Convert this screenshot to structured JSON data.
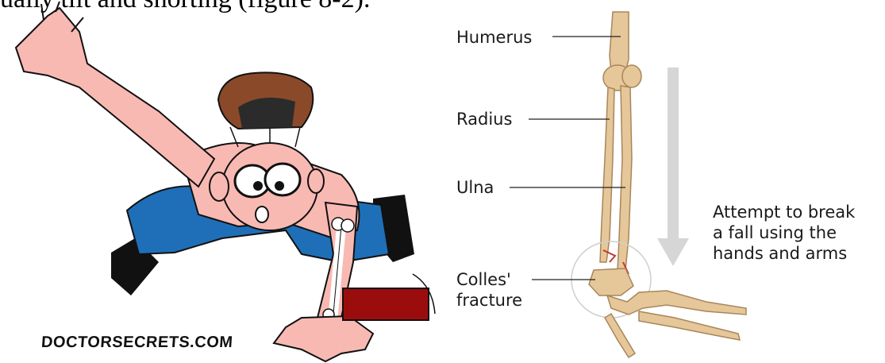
{
  "heading_text": "ually tilt and shorting (figure 8-2).",
  "cartoon": {
    "watermark": "DOCTORSECRETS.COM"
  },
  "anatomy": {
    "labels": {
      "humerus": "Humerus",
      "radius": "Radius",
      "ulna": "Ulna",
      "colles_line1": "Colles'",
      "colles_line2": "fracture"
    },
    "caption": [
      "Attempt to break",
      "a fall using the",
      "hands and arms"
    ]
  },
  "colors": {
    "skin": "#f9b9b3",
    "shirt": "#1f6fb8",
    "hair": "#8a4a2a",
    "book": "#9b0d0d",
    "bone": "#e6c79a",
    "arrow": "#d6d6d6"
  }
}
